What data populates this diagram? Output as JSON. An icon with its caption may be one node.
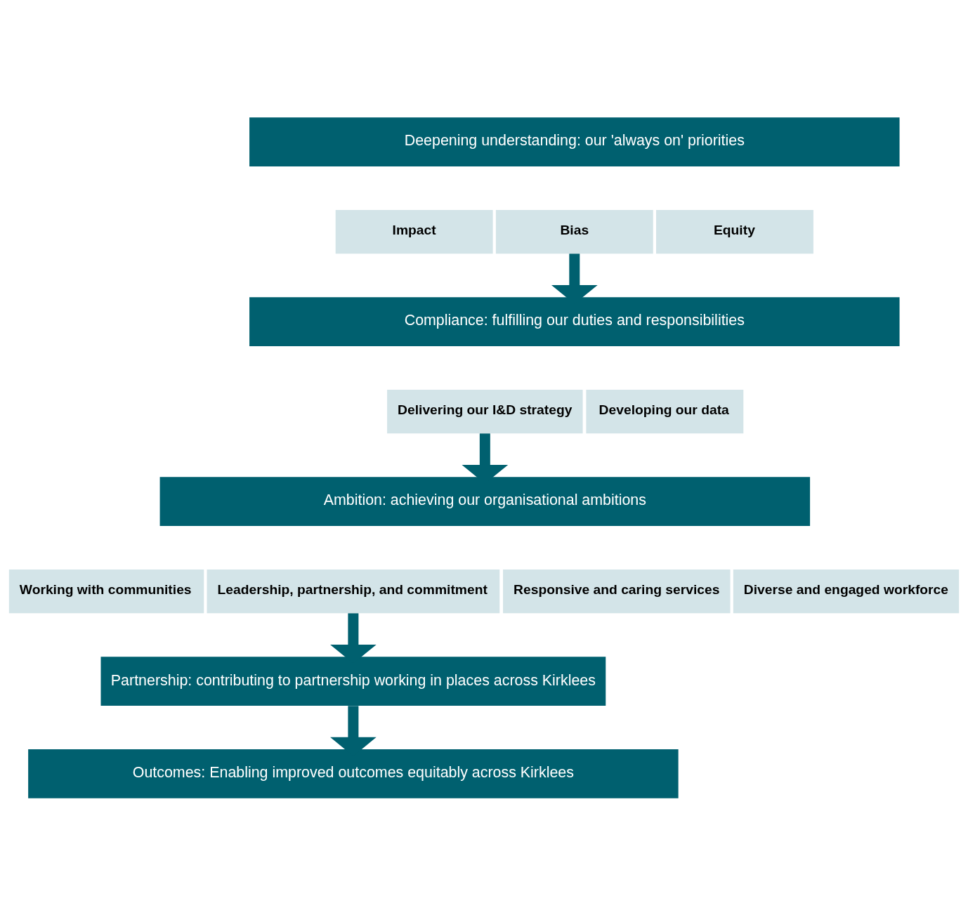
{
  "diagram": {
    "nodes": [
      {
        "text": [
          "Deepening understanding: our 'always on' priorities"
        ]
      },
      {
        "text": [
          "Impact"
        ]
      },
      {
        "text": [
          "Bias"
        ]
      },
      {
        "text": [
          "Equity"
        ]
      },
      {
        "text": [
          "Compliance: fulfilling our duties and responsibilities"
        ]
      },
      {
        "text": [
          "Delivering our I&D strategy"
        ]
      },
      {
        "text": [
          "Developing our data"
        ]
      },
      {
        "text": [
          "Ambition: achieving our organisational ambitions"
        ]
      },
      {
        "text": [
          "Working with communities"
        ]
      },
      {
        "text": [
          "Leadership, partnership, and commitment"
        ]
      },
      {
        "text": [
          "Responsive and caring services"
        ]
      },
      {
        "text": [
          "Diverse and engaged workforce"
        ]
      },
      {
        "text": [
          "Partnership: contributing to partnership working in places across Kirklees"
        ]
      },
      {
        "text": [
          "Outcomes: Enabling improved outcomes equitably across Kirklees"
        ]
      }
    ],
    "edges": [
      {
        "from": 2,
        "to": 4,
        "arrow": "to"
      },
      {
        "from": 5,
        "to": 7,
        "arrow": "to"
      },
      {
        "from": 9,
        "to": 12,
        "arrow": "to"
      },
      {
        "from": 12,
        "to": 13,
        "arrow": "to"
      }
    ]
  }
}
